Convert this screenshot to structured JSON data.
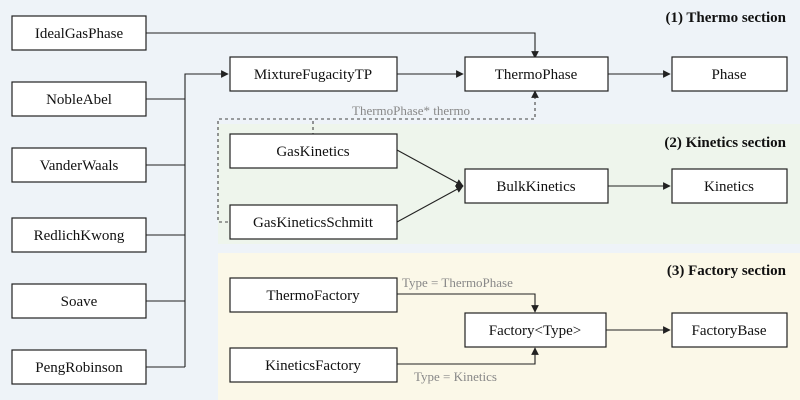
{
  "colors": {
    "thermo_panel": "#eef3f8",
    "kinetics_panel": "#eef5ec",
    "factory_panel": "#fbf8e8",
    "box_fill": "#ffffff",
    "line": "#222222",
    "edge_label": "#888888"
  },
  "sections": {
    "thermo": "(1) Thermo section",
    "kinetics": "(2) Kinetics section",
    "factory": "(3) Factory section"
  },
  "nodes": {
    "ideal_gas_phase": "IdealGasPhase",
    "noble_abel": "NobleAbel",
    "vander_waals": "VanderWaals",
    "redlich_kwong": "RedlichKwong",
    "soave": "Soave",
    "peng_robinson": "PengRobinson",
    "mixture_fugacity_tp": "MixtureFugacityTP",
    "thermo_phase": "ThermoPhase",
    "phase": "Phase",
    "gas_kinetics": "GasKinetics",
    "gas_kinetics_schmitt": "GasKineticsSchmitt",
    "bulk_kinetics": "BulkKinetics",
    "kinetics": "Kinetics",
    "thermo_factory": "ThermoFactory",
    "kinetics_factory": "KineticsFactory",
    "factory_type": "Factory<Type>",
    "factory_base": "FactoryBase"
  },
  "edge_labels": {
    "thermo_pointer": "ThermoPhase* thermo",
    "type_thermo": "Type = ThermoPhase",
    "type_kinetics": "Type = Kinetics"
  }
}
